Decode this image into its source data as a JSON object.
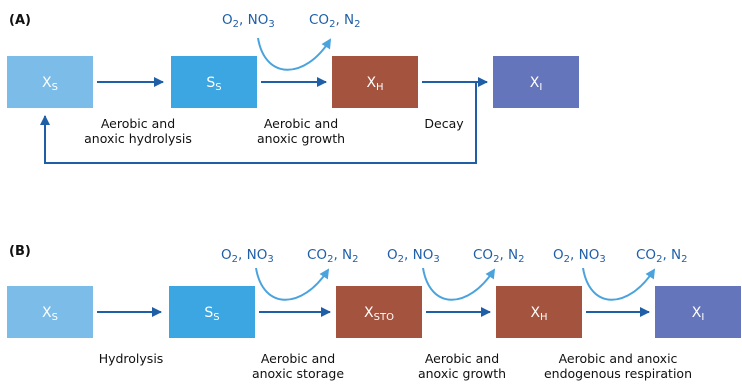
{
  "colors": {
    "xs_box": "#7bbde8",
    "ss_box": "#3ba6e2",
    "xh_box": "#a4533e",
    "xsto_box": "#a4533e",
    "xi_box": "#6575bb",
    "arrow": "#1f5fa8",
    "curve": "#4aa3dd",
    "chem_text": "#1f5fa8"
  },
  "icons": {
    "arrowhead": "arrowhead-icon"
  },
  "panel_a": {
    "label": "(A)",
    "boxes": {
      "xs": {
        "main": "X",
        "sub": "S"
      },
      "ss": {
        "main": "S",
        "sub": "S"
      },
      "xh": {
        "main": "X",
        "sub": "H"
      },
      "xi": {
        "main": "X",
        "sub": "I"
      }
    },
    "captions": {
      "hydrolysis_1": "Aerobic and",
      "hydrolysis_2": "anoxic hydrolysis",
      "growth_1": "Aerobic and",
      "growth_2": "anoxic growth",
      "decay": "Decay"
    },
    "exchange": {
      "in_o": "O",
      "in_o_sub": "2",
      "in_sep": ", NO",
      "in_no_sub": "3",
      "out_co": "CO",
      "out_co_sub": "2",
      "out_sep": ", N",
      "out_n_sub": "2"
    }
  },
  "panel_b": {
    "label": "(B)",
    "boxes": {
      "xs": {
        "main": "X",
        "sub": "S"
      },
      "ss": {
        "main": "S",
        "sub": "S"
      },
      "xsto": {
        "main": "X",
        "sub": "STO"
      },
      "xh": {
        "main": "X",
        "sub": "H"
      },
      "xi": {
        "main": "X",
        "sub": "I"
      }
    },
    "captions": {
      "hydrolysis": "Hydrolysis",
      "storage_1": "Aerobic and",
      "storage_2": "anoxic storage",
      "growth_1": "Aerobic and",
      "growth_2": "anoxic growth",
      "resp_1": "Aerobic and anoxic",
      "resp_2": "endogenous respiration"
    },
    "exchange_1": {
      "in_o": "O",
      "in_o_sub": "2",
      "in_sep": ", NO",
      "in_no_sub": "3",
      "out_co": "CO",
      "out_co_sub": "2",
      "out_sep": ", N",
      "out_n_sub": "2"
    },
    "exchange_2": {
      "in_o": "O",
      "in_o_sub": "2",
      "in_sep": ", NO",
      "in_no_sub": "3",
      "out_co": "CO",
      "out_co_sub": "2",
      "out_sep": ", N",
      "out_n_sub": "2"
    },
    "exchange_3": {
      "in_o": "O",
      "in_o_sub": "2",
      "in_sep": ", NO",
      "in_no_sub": "3",
      "out_co": "CO",
      "out_co_sub": "2",
      "out_sep": ", N",
      "out_n_sub": "2"
    }
  }
}
